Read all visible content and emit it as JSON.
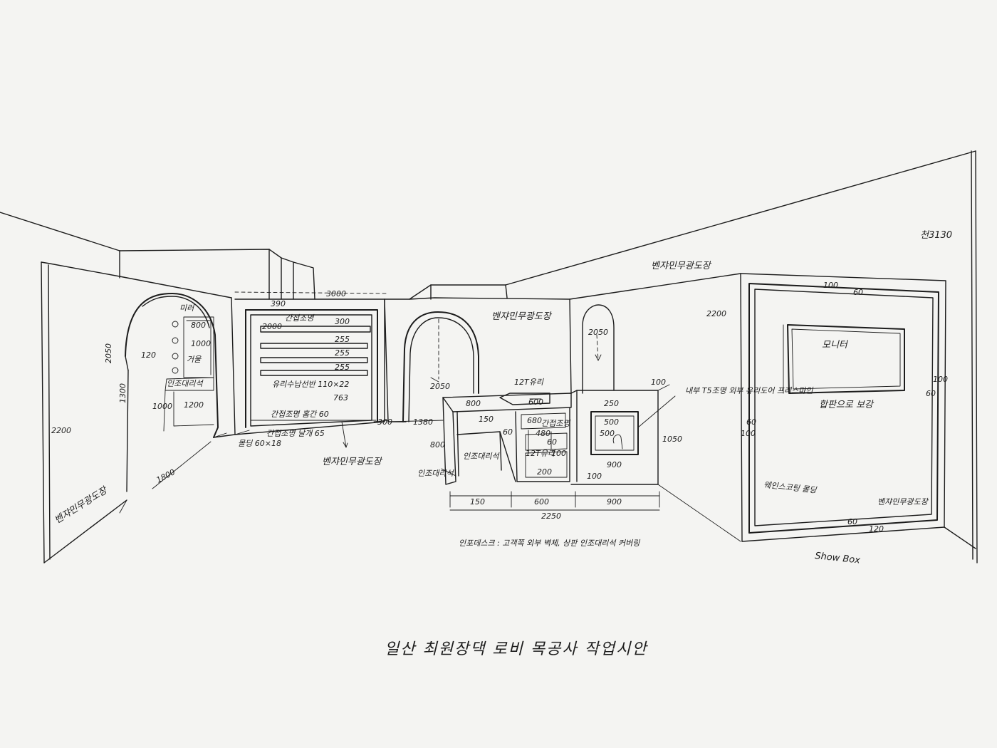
{
  "drawing": {
    "title": "일산 최원장댁 로비 목공사 작업시안",
    "subtitle_showbox": "Show Box",
    "ceiling_height": "천3130",
    "notes": {
      "paint_top_right": "벤쟈민무광도장",
      "paint_center": "벤쟈민무광도장",
      "paint_cabinet": "벤쟈민무광도장",
      "paint_left_wall": "벤쟈민무광도장",
      "paint_right_wall": "벤쟈민무광도장",
      "monitor": "모니터",
      "plywood_finish": "합판으로 보강",
      "frame_molding": "웨인스코팅 몰딩",
      "indirect_light_top": "간접조명",
      "shelf": "유리수납선반 110×22",
      "indirect_light_bottom": "간접조명 홈간 60",
      "indirect_light_frame": "간접조명 날개 65",
      "molding_small": "몰딩 60×18",
      "t5_light": "내부 T5조명 외부 유리도어 프레스마인",
      "desk_top": "12T유리",
      "desk_inner": "간접조명",
      "desk_panel": "12T유리",
      "desk_material_1": "인조대리석",
      "desk_material_2": "인조대리석",
      "niche_label": "인조대리석",
      "mirror_top": "미러",
      "mirror_label": "거울",
      "footnote": "인포데스크 : 고객쪽 외부 벽체, 상판 인조대리석 커버링"
    },
    "dimensions": {
      "top_width": "3000",
      "d390": "390",
      "d2000": "2000",
      "d300": "300",
      "d255a": "255",
      "d255b": "255",
      "d255c": "255",
      "d763": "763",
      "d2200_left": "2200",
      "d2200_right": "2200",
      "d1800": "1800",
      "d2050_left": "2050",
      "d1300": "1300",
      "d120": "120",
      "d800": "800",
      "d1000": "1000",
      "d1200": "1200",
      "d1000b": "1000",
      "d2050_mid": "2050",
      "d2050_right": "2050",
      "d1380": "1380",
      "d300b": "300",
      "d800b": "800",
      "d150": "150",
      "d600": "600",
      "d900": "900",
      "d2250": "2250",
      "d800c": "800",
      "d150b": "150",
      "d200": "200",
      "d250": "250",
      "d500a": "500",
      "d500b": "500",
      "d900b": "900",
      "d1050": "1050",
      "d100a": "100",
      "d100b": "100",
      "d100c": "100",
      "d60a": "60",
      "d60b": "60",
      "d60c": "60",
      "d120b": "120",
      "d600b": "600",
      "d680": "680",
      "d480": "480",
      "d60d": "60",
      "d100d": "100",
      "d100e": "100",
      "d60e": "60",
      "d60f": "60",
      "d100f": "100"
    }
  }
}
